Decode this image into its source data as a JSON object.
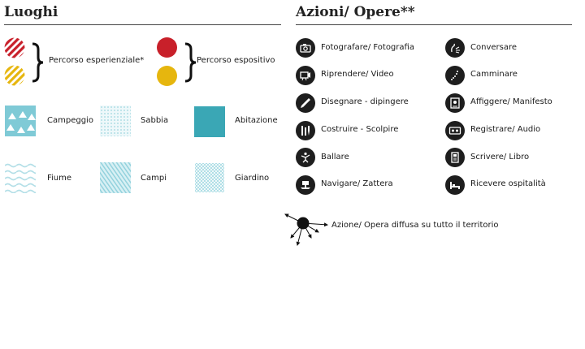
{
  "luoghi": {
    "title": "Luoghi",
    "percorsi": [
      {
        "label": "Percorso esperienziale*",
        "style": "striped",
        "colors": [
          "#c8202a",
          "#e6b60e"
        ]
      },
      {
        "label": "Percorso espositivo",
        "style": "solid",
        "colors": [
          "#c8202a",
          "#e6b60e"
        ]
      }
    ],
    "places": [
      {
        "label": "Campeggio",
        "pattern": "tents",
        "color": "#7fcad6"
      },
      {
        "label": "Sabbia",
        "pattern": "dots",
        "color": "#bfe4ea"
      },
      {
        "label": "Abitazione",
        "pattern": "solid",
        "color": "#3aa7b5"
      },
      {
        "label": "Fiume",
        "pattern": "waves",
        "color": "#b9e2ea"
      },
      {
        "label": "Campi",
        "pattern": "lines",
        "color": "#a6dae3"
      },
      {
        "label": "Giardino",
        "pattern": "crosshatch",
        "color": "#7fcad6"
      }
    ]
  },
  "azioni": {
    "title": "Azioni/ Opere**",
    "items": [
      {
        "label": "Fotografare/ Fotografia",
        "icon": "camera-icon"
      },
      {
        "label": "Conversare",
        "icon": "conversation-icon"
      },
      {
        "label": "Riprendere/ Video",
        "icon": "video-camera-icon"
      },
      {
        "label": "Camminare",
        "icon": "footsteps-icon"
      },
      {
        "label": "Disegnare - dipingere",
        "icon": "brush-icon"
      },
      {
        "label": "Affiggere/ Manifesto",
        "icon": "poster-icon"
      },
      {
        "label": "Costruire - Scolpire",
        "icon": "tools-icon"
      },
      {
        "label": "Registrare/ Audio",
        "icon": "tape-recorder-icon"
      },
      {
        "label": "Ballare",
        "icon": "dance-icon"
      },
      {
        "label": "Scrivere/ Libro",
        "icon": "book-icon"
      },
      {
        "label": "Navigare/ Zattera",
        "icon": "raft-icon"
      },
      {
        "label": "Ricevere ospitalità",
        "icon": "bed-icon"
      }
    ],
    "diffusa": {
      "label": "Azione/ Opera diffusa su tutto il territorio",
      "icon": "spread-arrows-icon"
    }
  }
}
